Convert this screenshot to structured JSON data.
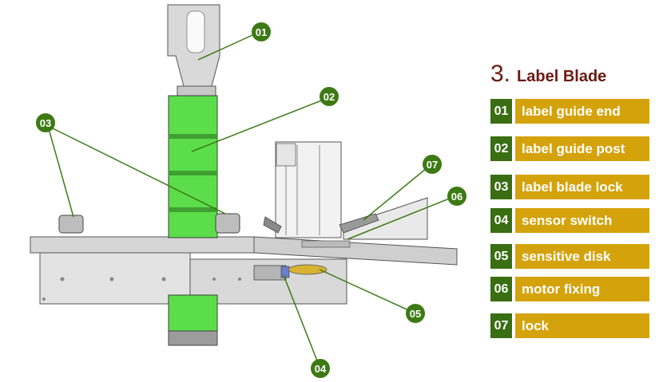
{
  "title": {
    "number": "3.",
    "text": "Label Blade"
  },
  "colors": {
    "badge": "#3a6e12",
    "label": "#d4a30c",
    "title": "#6b1a12",
    "callout": "#3d7a14",
    "post_green": "#5cde4a"
  },
  "legend": [
    {
      "num": "01",
      "label": "label guide end"
    },
    {
      "num": "02",
      "label": "label guide post"
    },
    {
      "num": "03",
      "label": "label blade lock"
    },
    {
      "num": "04",
      "label": "sensor switch"
    },
    {
      "num": "05",
      "label": "sensitive disk"
    },
    {
      "num": "06",
      "label": "motor fixing"
    },
    {
      "num": "07",
      "label": "lock"
    }
  ],
  "callouts": [
    "01",
    "02",
    "03",
    "04",
    "05",
    "06",
    "07"
  ]
}
